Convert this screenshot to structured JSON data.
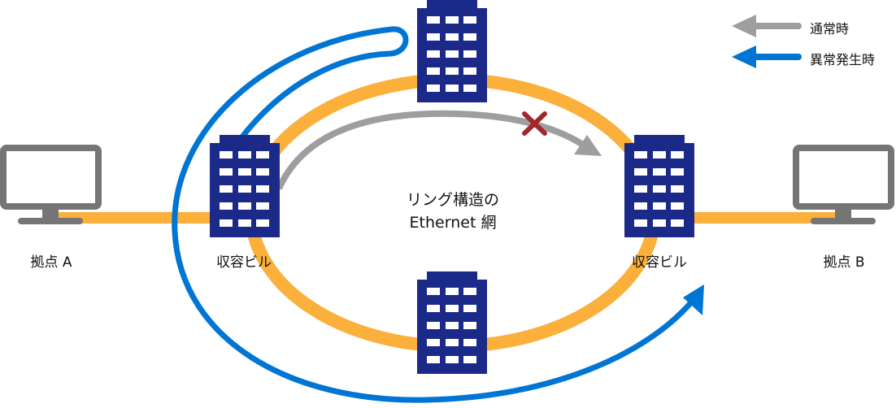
{
  "legend": {
    "normal": "通常時",
    "abnormal": "異常発生時"
  },
  "center": {
    "line1": "リング構造の",
    "line2": "Ethernet 網"
  },
  "labels": {
    "site_a": "拠点 A",
    "building_left": "収容ビル",
    "building_right": "収容ビル",
    "site_b": "拠点 B"
  },
  "colors": {
    "ring": "#FBB03B",
    "normal": "#9E9E9E",
    "abnormal": "#0075D3",
    "building": "#1B2A88",
    "pc": "#757575",
    "fault": "#A3262A"
  }
}
